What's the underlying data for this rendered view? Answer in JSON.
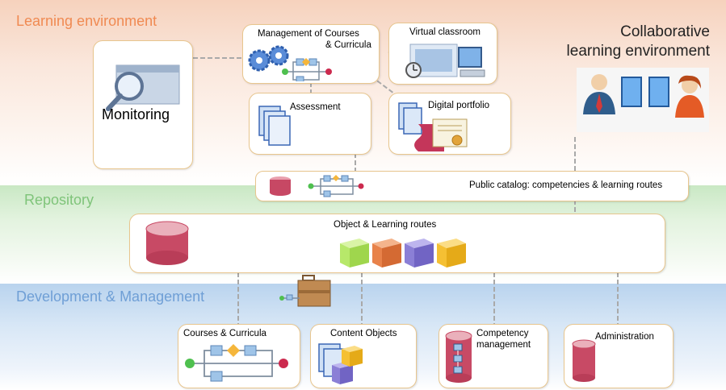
{
  "layers": {
    "learning": "Learning environment",
    "repository": "Repository",
    "development": "Development & Management"
  },
  "collaborative": {
    "line1": "Collaborative",
    "line2": "learning environment"
  },
  "modules": {
    "monitoring": "Monitoring",
    "management": [
      "Management of Courses",
      "& Curricula"
    ],
    "virtual_classroom": "Virtual classroom",
    "assessment": "Assessment",
    "digital_portfolio": "Digital portfolio",
    "public_catalog": "Public catalog: competencies & learning routes",
    "object_routes": "Object & Learning routes",
    "courses": "Courses & Curricula",
    "content_objects": "Content Objects",
    "competency": [
      "Competency",
      "management"
    ],
    "administration": "Administration"
  },
  "colors": {
    "learning_label": "#f08a52",
    "repository_label": "#7fc47a",
    "development_label": "#6f9fd6",
    "box_border": "#e8c68e",
    "cube_green": "#b7e86a",
    "cube_orange": "#e8824a",
    "cube_purple": "#8b7fd6",
    "cube_yellow": "#f5c033"
  },
  "icons": [
    "magnifier-icon",
    "gears-icon",
    "workflow-icon",
    "classroom-icon",
    "documents-icon",
    "certificate-icon",
    "database-icon",
    "cube-icon",
    "briefcase-icon",
    "people-icon"
  ]
}
